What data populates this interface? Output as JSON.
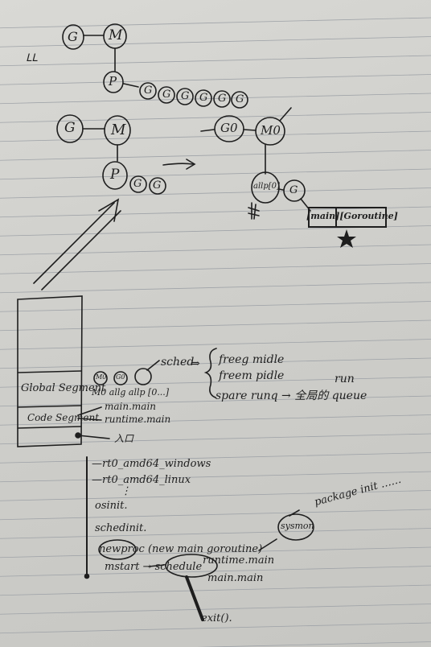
{
  "scene": {
    "paper_color": "#d6d6d2",
    "rule_color": "#9fa3a8",
    "ink_color": "#1e1e1e"
  },
  "diagram_top": {
    "g": "G",
    "m": "M",
    "p": "P",
    "side_mark": "ꓡꓡ",
    "queue": [
      "G",
      "G",
      "G",
      "G",
      "G",
      "G"
    ]
  },
  "diagram_mid": {
    "g": "G",
    "m": "M",
    "p": "P",
    "queue": [
      "G",
      "G"
    ],
    "g0": "G0",
    "m0": "M0",
    "allp": "allp[0]",
    "g_right": "G",
    "box": "[main][Goroutine]"
  },
  "memory": {
    "global_label": "Global Segment",
    "code_label": "Code Segment",
    "m0": "M0",
    "g0": "G0",
    "row": "M0  allg  allp [0...]",
    "arrow_main": "main.main",
    "arrow_runtime": "runtime.main",
    "arrow_entry": "入口"
  },
  "sched": {
    "label": "sched",
    "lines": [
      "freeg  midle",
      "freem  pidle",
      "spare  runq → 全局的 queue"
    ],
    "run_label": "run"
  },
  "steps": {
    "items": [
      "—rt0_amd64_windows",
      "—rt0_amd64_linux",
      "⋮",
      "osinit.",
      "schedinit.",
      "newproc (new main goroutine)",
      "mstart → schedule"
    ],
    "runtime_main": "runtime.main",
    "main_main": "main.main",
    "sysmon": "sysmon",
    "package_init": "package init ……",
    "exit": "exit()."
  }
}
